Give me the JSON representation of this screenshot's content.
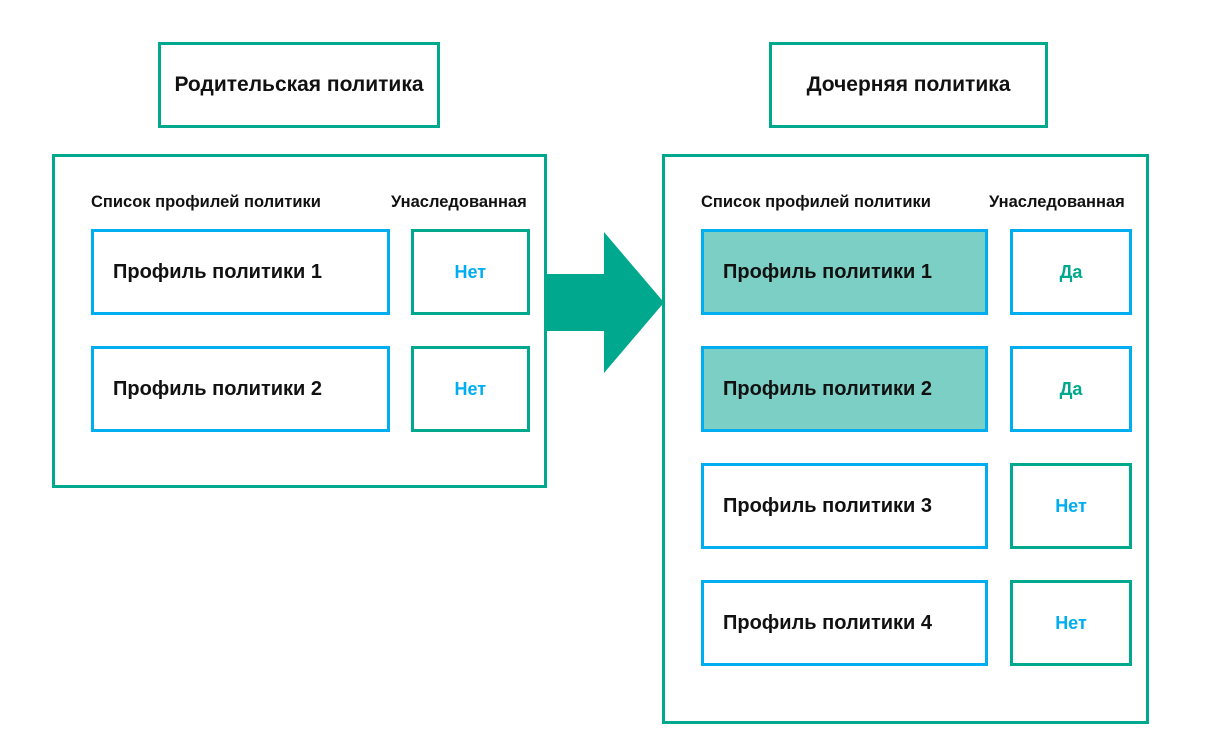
{
  "theme": {
    "teal": "#00a88e",
    "cyan": "#00aeef",
    "highlight_fill": "#7bcfc4",
    "text": "#111111",
    "background": "#ffffff"
  },
  "parent": {
    "title": "Родительская политика",
    "headers": {
      "profiles": "Список профилей политики",
      "inherited": "Унаследованная"
    },
    "rows": [
      {
        "profile": "Профиль политики 1",
        "inherited": "Нет",
        "highlighted": false
      },
      {
        "profile": "Профиль политики 2",
        "inherited": "Нет",
        "highlighted": false
      }
    ]
  },
  "child": {
    "title": "Дочерняя политика",
    "headers": {
      "profiles": "Список профилей политики",
      "inherited": "Унаследованная"
    },
    "rows": [
      {
        "profile": "Профиль политики 1",
        "inherited": "Да",
        "highlighted": true
      },
      {
        "profile": "Профиль политики 2",
        "inherited": "Да",
        "highlighted": true
      },
      {
        "profile": "Профиль политики 3",
        "inherited": "Нет",
        "highlighted": false
      },
      {
        "profile": "Профиль политики 4",
        "inherited": "Нет",
        "highlighted": false
      }
    ]
  },
  "arrow": {
    "icon": "arrow-right-icon",
    "direction": "right",
    "color": "#00a88e"
  }
}
